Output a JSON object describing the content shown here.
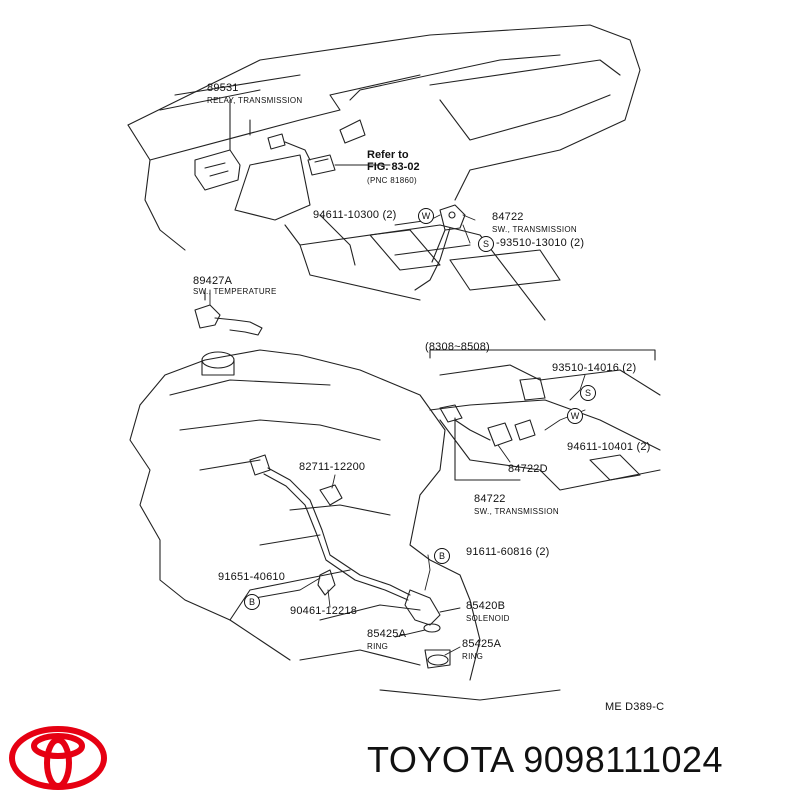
{
  "diagram": {
    "labels": {
      "relay_num": "89531",
      "relay_desc": "RELAY, TRANSMISSION",
      "refer_line1": "Refer to",
      "refer_line2": "FIG. 83-02",
      "refer_line3": "(PNC 81860)",
      "clip_94611_top": "94611-10300 (2)",
      "sw_84722_top_num": "84722",
      "sw_84722_top_desc": "SW., TRANSMISSION",
      "screw_93510_top": "-93510-13010 (2)",
      "temp_num": "89427A",
      "temp_desc": "SW., TEMPERATURE",
      "date_range": "(8308~8508)",
      "screw_93510_right": "93510-14016 (2)",
      "clip_94611_right": "94611-10401 (2)",
      "sw_84722D": "84722D",
      "sw_84722_bottom_num": "84722",
      "sw_84722_bottom_desc": "SW., TRANSMISSION",
      "clamp_82711": "82711-12200",
      "bolt_91611": "91611-60816 (2)",
      "bolt_91651": "91651-40610",
      "bracket_90461": "90461-12218",
      "solenoid_num": "85420B",
      "solenoid_desc": "SOLENOID",
      "ring_left_num": "85425A",
      "ring_left_desc": "RING",
      "ring_right_num": "85425A",
      "ring_right_desc": "RING",
      "diagram_code": "ME  D389-C"
    },
    "symbols": {
      "w": "W",
      "s": "S",
      "b": "B"
    }
  },
  "brand": {
    "name_and_part": "TOYOTA 9098111024",
    "logo_icon": "toyota-logo-icon",
    "logo_color": "#e60012"
  }
}
